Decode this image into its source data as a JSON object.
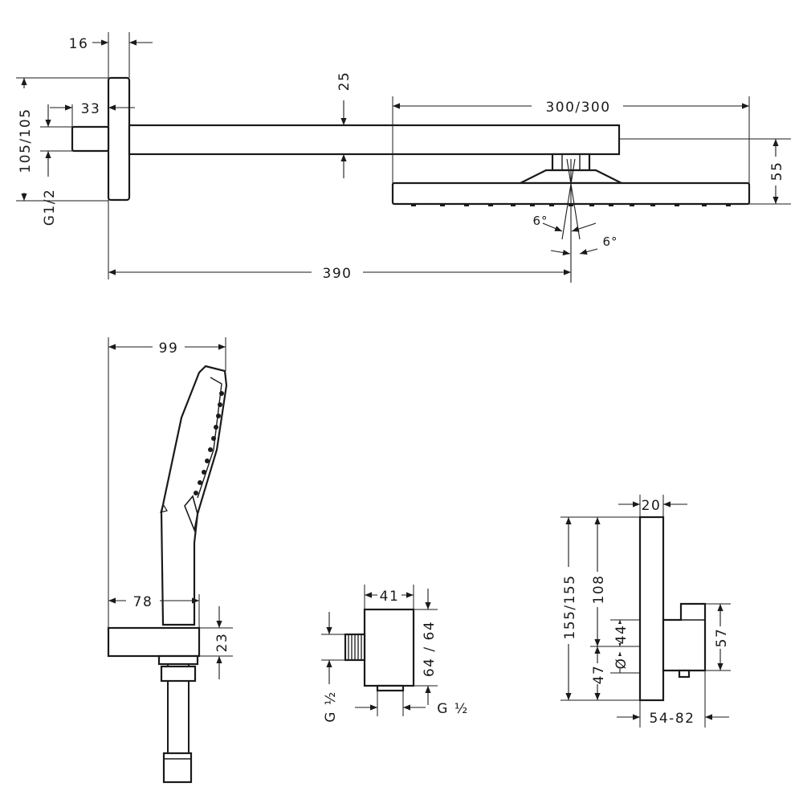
{
  "colors": {
    "line": "#1a1a1a",
    "background": "#ffffff"
  },
  "overhead": {
    "dim_flange_thickness": "16",
    "dim_total_height": "105/105",
    "dim_inlet_depth": "33",
    "dim_arm_thickness": "25",
    "dim_head_width": "300/300",
    "dim_head_drop": "55",
    "dim_thread": "G1/2",
    "dim_arm_length": "390",
    "tilt_left": "6°",
    "tilt_right": "6°"
  },
  "hand_shower": {
    "dim_head_width": "99",
    "dim_holder_depth": "78",
    "dim_holder_height": "23"
  },
  "outlet": {
    "dim_width": "41",
    "dim_offset": "64 / 64",
    "thread_left": "G ½",
    "thread_right": "G ½"
  },
  "thermostat": {
    "dim_plate_depth": "20",
    "dim_total_height": "155/155",
    "dim_upper": "108",
    "dim_handle_height": "44",
    "dim_lower": "47",
    "diameter_symbol": "Ø",
    "dim_knob": "57",
    "dim_projection": "54-82"
  }
}
